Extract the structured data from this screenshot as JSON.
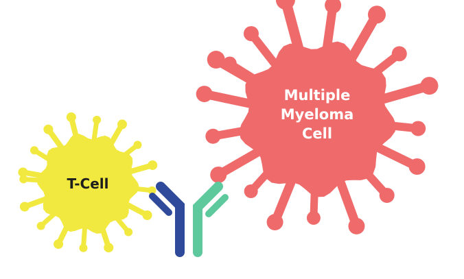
{
  "tcell": {
    "label": "T-Cell",
    "color": "#f1e93f",
    "text_color": "#1d1d1d"
  },
  "myeloma": {
    "label_lines": [
      "Multiple",
      "Myeloma",
      "Cell"
    ],
    "color": "#ef6b6b",
    "text_color": "#ffffff"
  },
  "antibody": {
    "left_arm_color": "#2f4a9a",
    "right_arm_color": "#5ec99c"
  }
}
